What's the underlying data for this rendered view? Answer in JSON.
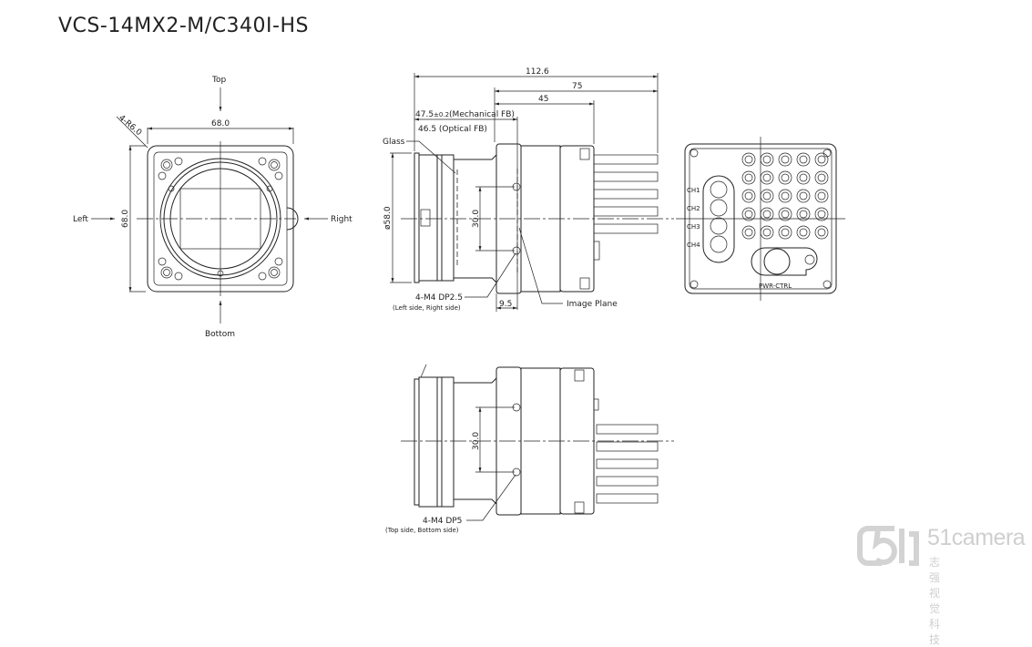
{
  "title": "VCS-14MX2-M/C340I-HS",
  "front_view": {
    "top": "Top",
    "bottom": "Bottom",
    "left": "Left",
    "right": "Right",
    "width_dim": "68.0",
    "height_dim": "68.0",
    "corner_radius": "4-R6.0"
  },
  "side_view": {
    "overall_length": "112.6",
    "body_length": "75",
    "housing_length": "45",
    "mechanical_fb_value": "47.5",
    "mechanical_fb_tol": "±0.2",
    "mechanical_fb_label": "(Mechanical FB)",
    "optical_fb": "46.5 (Optical FB)",
    "glass": "Glass",
    "diameter": "ø58.0",
    "hole_spacing": "30.0",
    "holes": "4-M4 DP2.5",
    "holes_note": "(Left side, Right side)",
    "offset": "9.5",
    "image_plane": "Image Plane"
  },
  "back_view": {
    "channels": [
      "CH1",
      "CH2",
      "CH3",
      "CH4"
    ],
    "power_label": "PWR-CTRL"
  },
  "bottom_view": {
    "hole_spacing": "30.0",
    "holes": "4-M4 DP5",
    "holes_note": "(Top side, Bottom side)"
  },
  "watermark": {
    "brand": "51camera",
    "subtitle": "志强视觉科技"
  }
}
